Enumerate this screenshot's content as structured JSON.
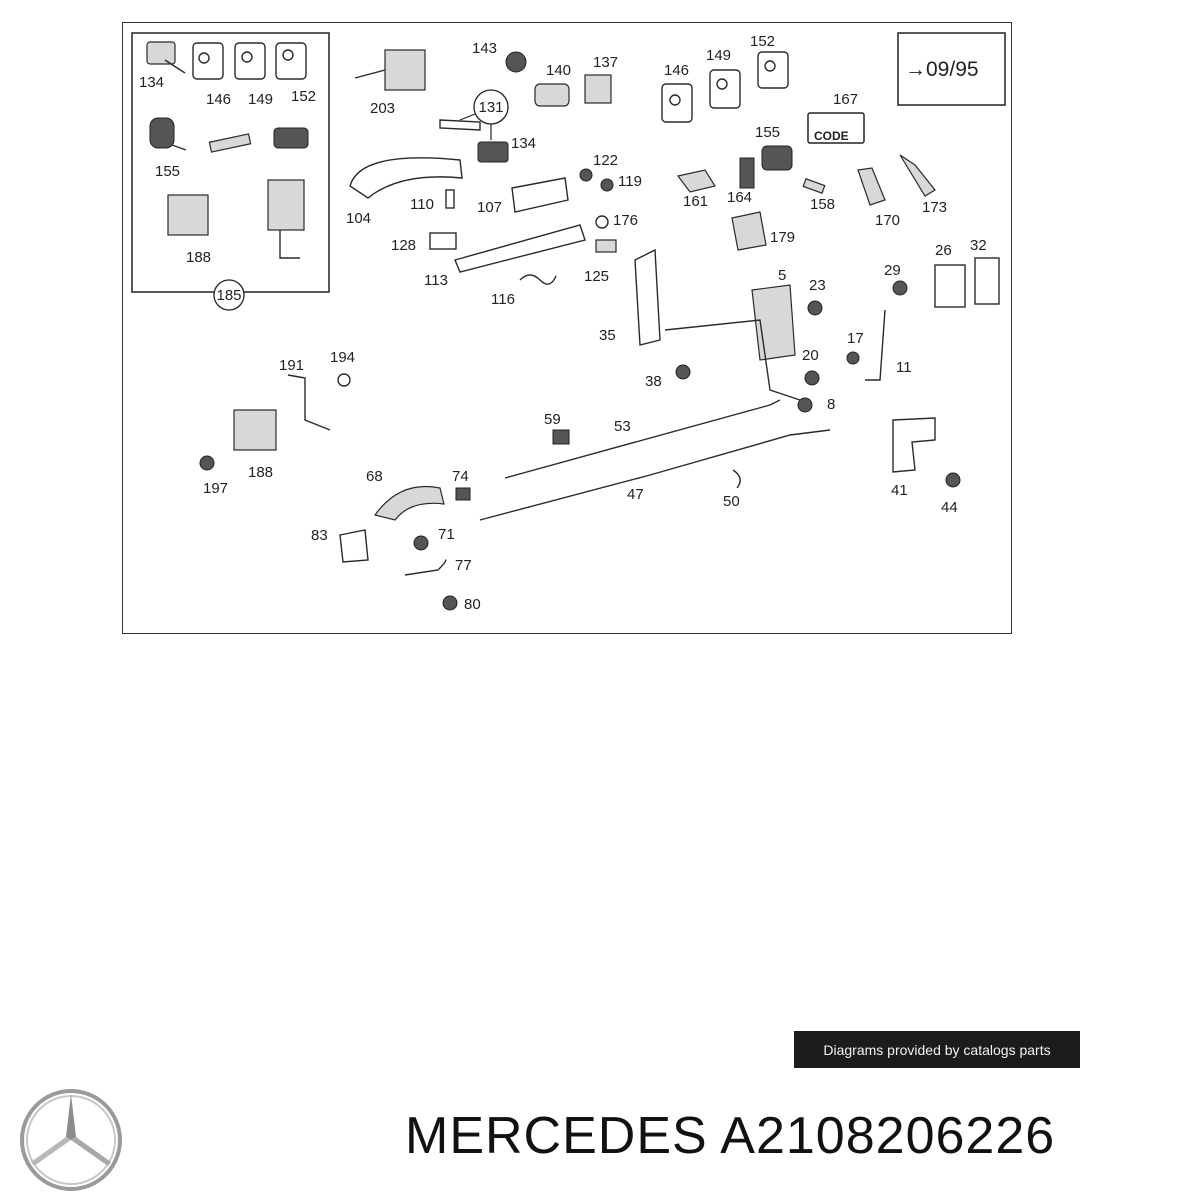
{
  "diagram": {
    "date_code": "→09/95",
    "code_label": "CODE",
    "inset_callout": "185",
    "callout_131": "131",
    "parts": [
      {
        "id": "134a",
        "label": "134"
      },
      {
        "id": "146a",
        "label": "146"
      },
      {
        "id": "149a",
        "label": "149"
      },
      {
        "id": "152a",
        "label": "152"
      },
      {
        "id": "155a",
        "label": "155"
      },
      {
        "id": "188a",
        "label": "188"
      },
      {
        "id": "203",
        "label": "203"
      },
      {
        "id": "143",
        "label": "143"
      },
      {
        "id": "140",
        "label": "140"
      },
      {
        "id": "137",
        "label": "137"
      },
      {
        "id": "134b",
        "label": "134"
      },
      {
        "id": "146b",
        "label": "146"
      },
      {
        "id": "149b",
        "label": "149"
      },
      {
        "id": "152b",
        "label": "152"
      },
      {
        "id": "167",
        "label": "167"
      },
      {
        "id": "155b",
        "label": "155"
      },
      {
        "id": "164",
        "label": "164"
      },
      {
        "id": "158",
        "label": "158"
      },
      {
        "id": "170",
        "label": "170"
      },
      {
        "id": "173",
        "label": "173"
      },
      {
        "id": "122",
        "label": "122"
      },
      {
        "id": "119",
        "label": "119"
      },
      {
        "id": "161",
        "label": "161"
      },
      {
        "id": "104",
        "label": "104"
      },
      {
        "id": "110",
        "label": "110"
      },
      {
        "id": "107",
        "label": "107"
      },
      {
        "id": "176",
        "label": "176"
      },
      {
        "id": "179",
        "label": "179"
      },
      {
        "id": "128",
        "label": "128"
      },
      {
        "id": "125",
        "label": "125"
      },
      {
        "id": "113",
        "label": "113"
      },
      {
        "id": "116",
        "label": "116"
      },
      {
        "id": "26",
        "label": "26"
      },
      {
        "id": "32",
        "label": "32"
      },
      {
        "id": "5",
        "label": "5"
      },
      {
        "id": "23",
        "label": "23"
      },
      {
        "id": "29",
        "label": "29"
      },
      {
        "id": "35",
        "label": "35"
      },
      {
        "id": "17",
        "label": "17"
      },
      {
        "id": "20",
        "label": "20"
      },
      {
        "id": "11",
        "label": "11"
      },
      {
        "id": "38",
        "label": "38"
      },
      {
        "id": "8",
        "label": "8"
      },
      {
        "id": "191",
        "label": "191"
      },
      {
        "id": "194",
        "label": "194"
      },
      {
        "id": "188b",
        "label": "188"
      },
      {
        "id": "197",
        "label": "197"
      },
      {
        "id": "59",
        "label": "59"
      },
      {
        "id": "53",
        "label": "53"
      },
      {
        "id": "68",
        "label": "68"
      },
      {
        "id": "74",
        "label": "74"
      },
      {
        "id": "47",
        "label": "47"
      },
      {
        "id": "50",
        "label": "50"
      },
      {
        "id": "41",
        "label": "41"
      },
      {
        "id": "44",
        "label": "44"
      },
      {
        "id": "83",
        "label": "83"
      },
      {
        "id": "71",
        "label": "71"
      },
      {
        "id": "77",
        "label": "77"
      },
      {
        "id": "80",
        "label": "80"
      }
    ]
  },
  "credit": "Diagrams provided by catalogs parts",
  "brand": {
    "title": "MERCEDES A2108206226",
    "logo_icon": "mercedes-star-icon"
  }
}
